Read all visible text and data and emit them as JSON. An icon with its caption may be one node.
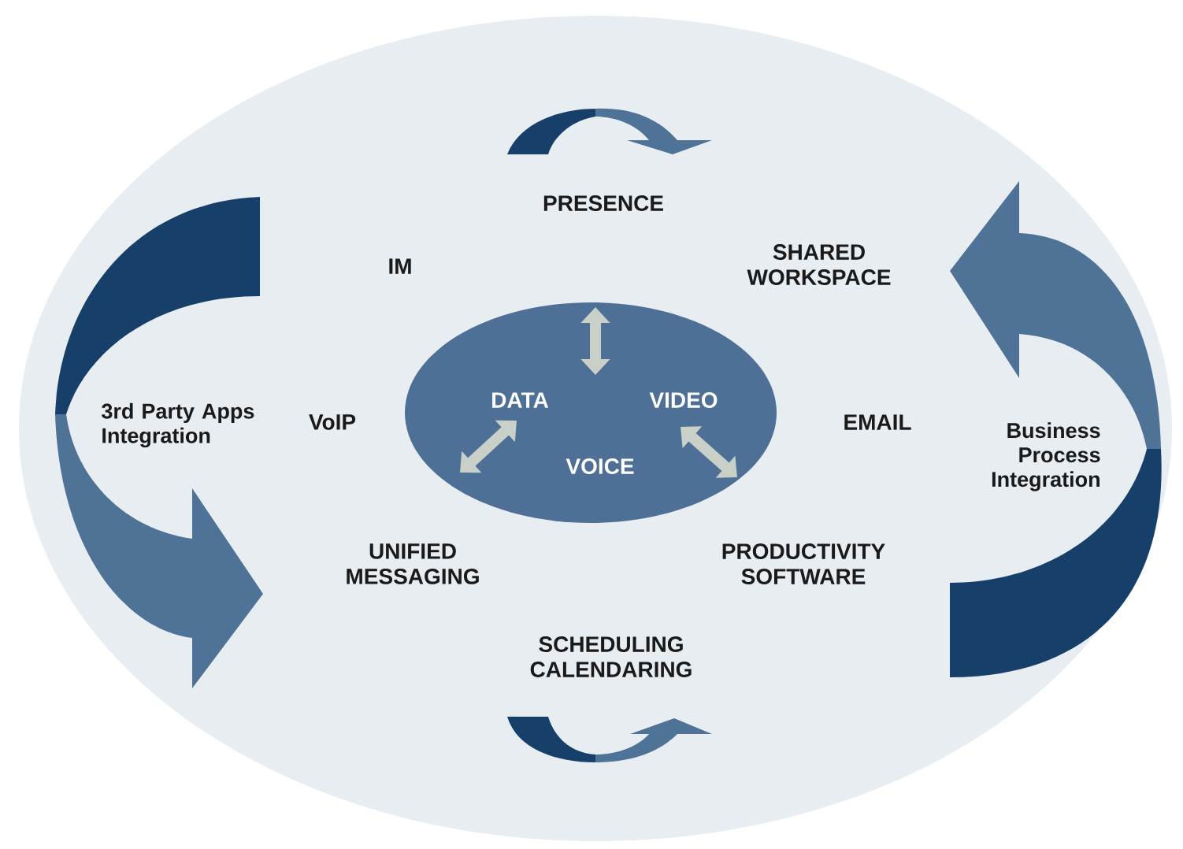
{
  "diagram": {
    "nodes": [
      {
        "text": [
          "DATA",
          "VIDEO",
          "VOICE"
        ]
      }
    ],
    "labels": [
      "PRESENCE",
      "IM",
      "SHARED WORKSPACE",
      "3rd Party Apps Integration",
      "VoIP",
      "EMAIL",
      "Business Process Integration",
      "UNIFIED MESSAGING",
      "PRODUCTIVITY SOFTWARE",
      "SCHEDULING CALENDARING"
    ]
  }
}
